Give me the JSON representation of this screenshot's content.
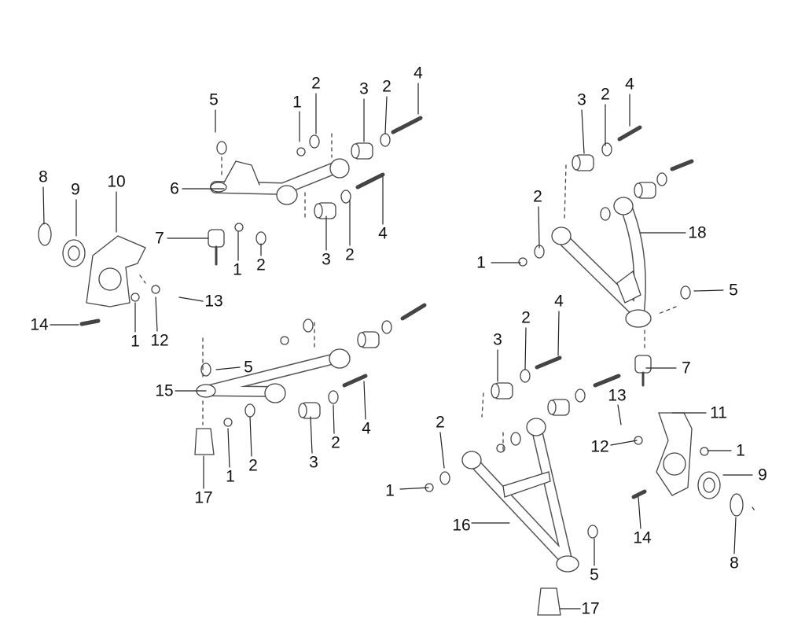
{
  "diagram": {
    "callouts": [
      "5",
      "1",
      "2",
      "3",
      "2",
      "4",
      "8",
      "9",
      "10",
      "6",
      "7",
      "1",
      "2",
      "3",
      "2",
      "4",
      "13",
      "14",
      "1",
      "12",
      "5",
      "15",
      "3",
      "2",
      "4",
      "1",
      "2",
      "17",
      "3",
      "2",
      "4",
      "2",
      "18",
      "1",
      "5",
      "4",
      "2",
      "3",
      "7",
      "13",
      "11",
      "2",
      "12",
      "1",
      "9",
      "1",
      "16",
      "14",
      "5",
      "8",
      "17"
    ]
  }
}
